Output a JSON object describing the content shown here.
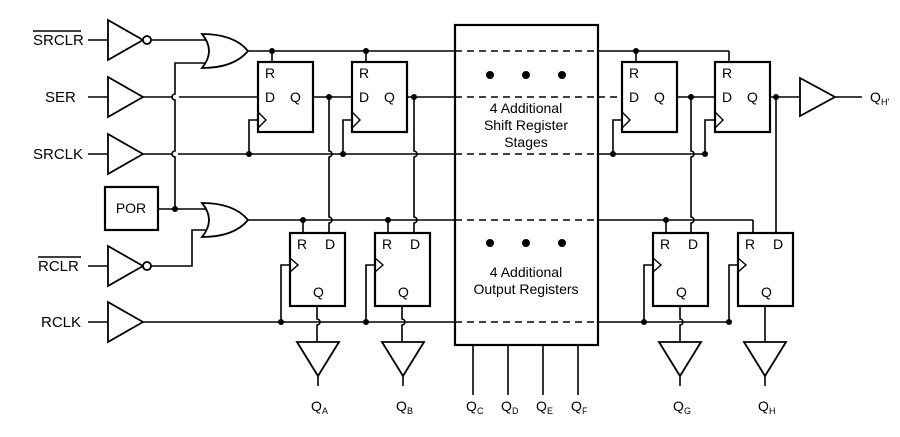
{
  "inputs": {
    "srclr": "SRCLR",
    "ser": "SER",
    "srclk": "SRCLK",
    "por": "POR",
    "rclr": "RCLR",
    "rclk": "RCLK"
  },
  "pins": {
    "r": "R",
    "d": "D",
    "q": "Q"
  },
  "middle": {
    "shift_line1": "4 Additional",
    "shift_line2": "Shift Register",
    "shift_line3": "Stages",
    "out_line1": "4 Additional",
    "out_line2": "Output Registers"
  },
  "outputs": {
    "q": "Q",
    "qh_prime_sub": "H'",
    "subs": [
      "A",
      "B",
      "C",
      "D",
      "E",
      "F",
      "G",
      "H"
    ]
  }
}
